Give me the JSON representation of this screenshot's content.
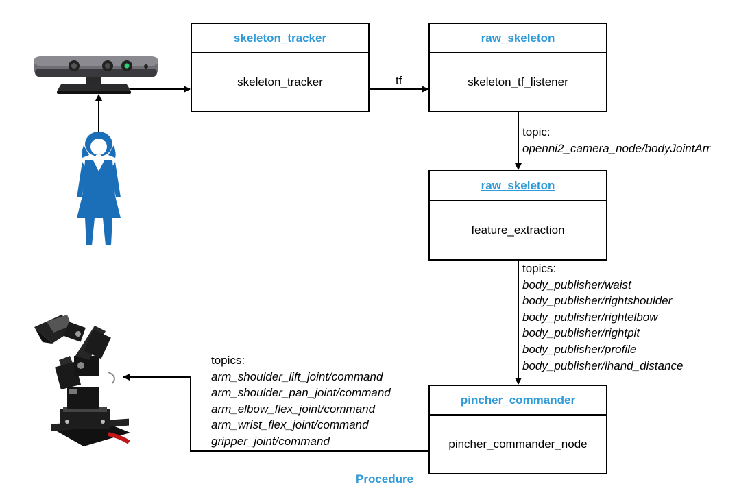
{
  "nodes": {
    "skeleton_tracker": {
      "header": "skeleton_tracker",
      "body": "skeleton_tracker"
    },
    "raw_skeleton_1": {
      "header": "raw_skeleton",
      "body": "skeleton_tf_listener"
    },
    "raw_skeleton_2": {
      "header": "raw_skeleton",
      "body": "feature_extraction"
    },
    "pincher_commander": {
      "header": "pincher_commander",
      "body": "pincher_commander_node"
    }
  },
  "edges": {
    "tf": {
      "label": "tf"
    },
    "body_joint": {
      "heading": "topic:",
      "topics": [
        "openni2_camera_node/bodyJointArr"
      ]
    },
    "features": {
      "heading": "topics:",
      "topics": [
        "body_publisher/waist",
        "body_publisher/rightshoulder",
        "body_publisher/rightelbow",
        "body_publisher/rightpit",
        "body_publisher/profile",
        "body_publisher/lhand_distance"
      ]
    },
    "commands": {
      "heading": "topics:",
      "topics": [
        "arm_shoulder_lift_joint/command",
        "arm_shoulder_pan_joint/command",
        "arm_elbow_flex_joint/command",
        "arm_wrist_flex_joint/command",
        "gripper_joint/command"
      ]
    }
  },
  "images": {
    "camera": "asus-xtion-camera-icon",
    "person": "person-icon",
    "robot_arm": "robot-arm-icon"
  },
  "colors": {
    "accent": "#2f9ad8",
    "person": "#1a6fb8",
    "line": "#000000"
  },
  "caption": "Procedure"
}
